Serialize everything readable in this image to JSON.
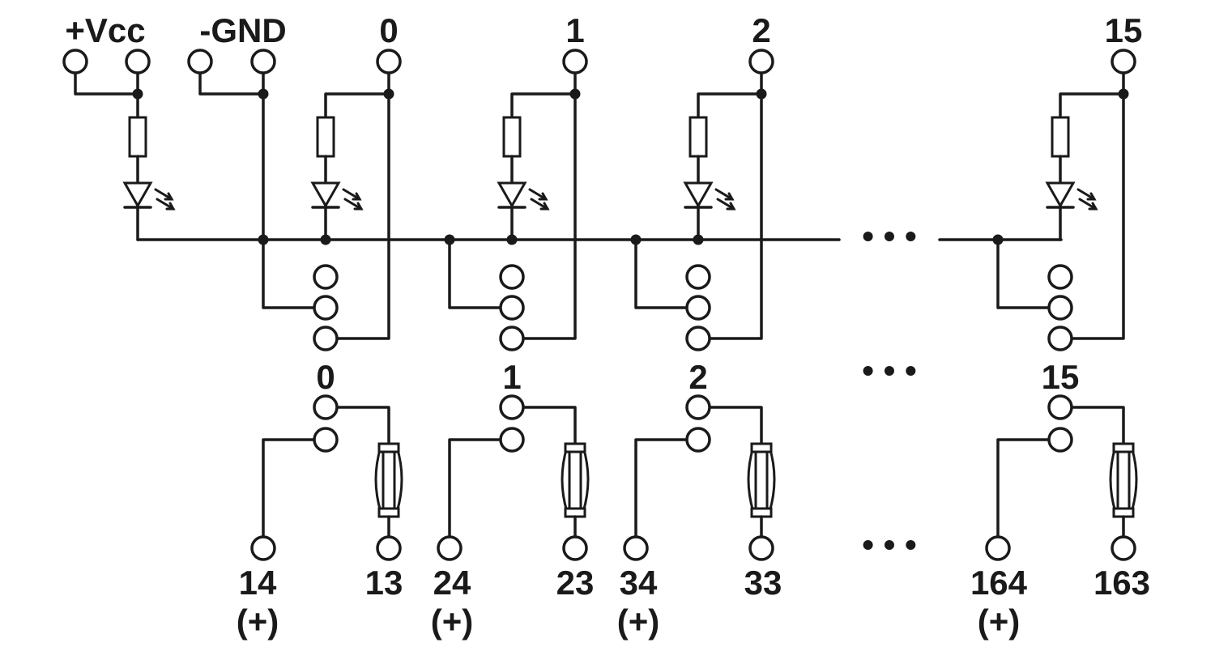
{
  "supply": {
    "vcc_label": "+Vcc",
    "gnd_label": "-GND"
  },
  "channels": [
    {
      "input_label": "0",
      "relay_label": "0",
      "out_plus": "14",
      "out_common": "13",
      "plus_mark": "(+)"
    },
    {
      "input_label": "1",
      "relay_label": "1",
      "out_plus": "24",
      "out_common": "23",
      "plus_mark": "(+)"
    },
    {
      "input_label": "2",
      "relay_label": "2",
      "out_plus": "34",
      "out_common": "33",
      "plus_mark": "(+)"
    },
    {
      "input_label": "15",
      "relay_label": "15",
      "out_plus": "164",
      "out_common": "163",
      "plus_mark": "(+)"
    }
  ],
  "continuation": "• • •",
  "colors": {
    "line": "#1a1a1a",
    "background": "#ffffff"
  }
}
